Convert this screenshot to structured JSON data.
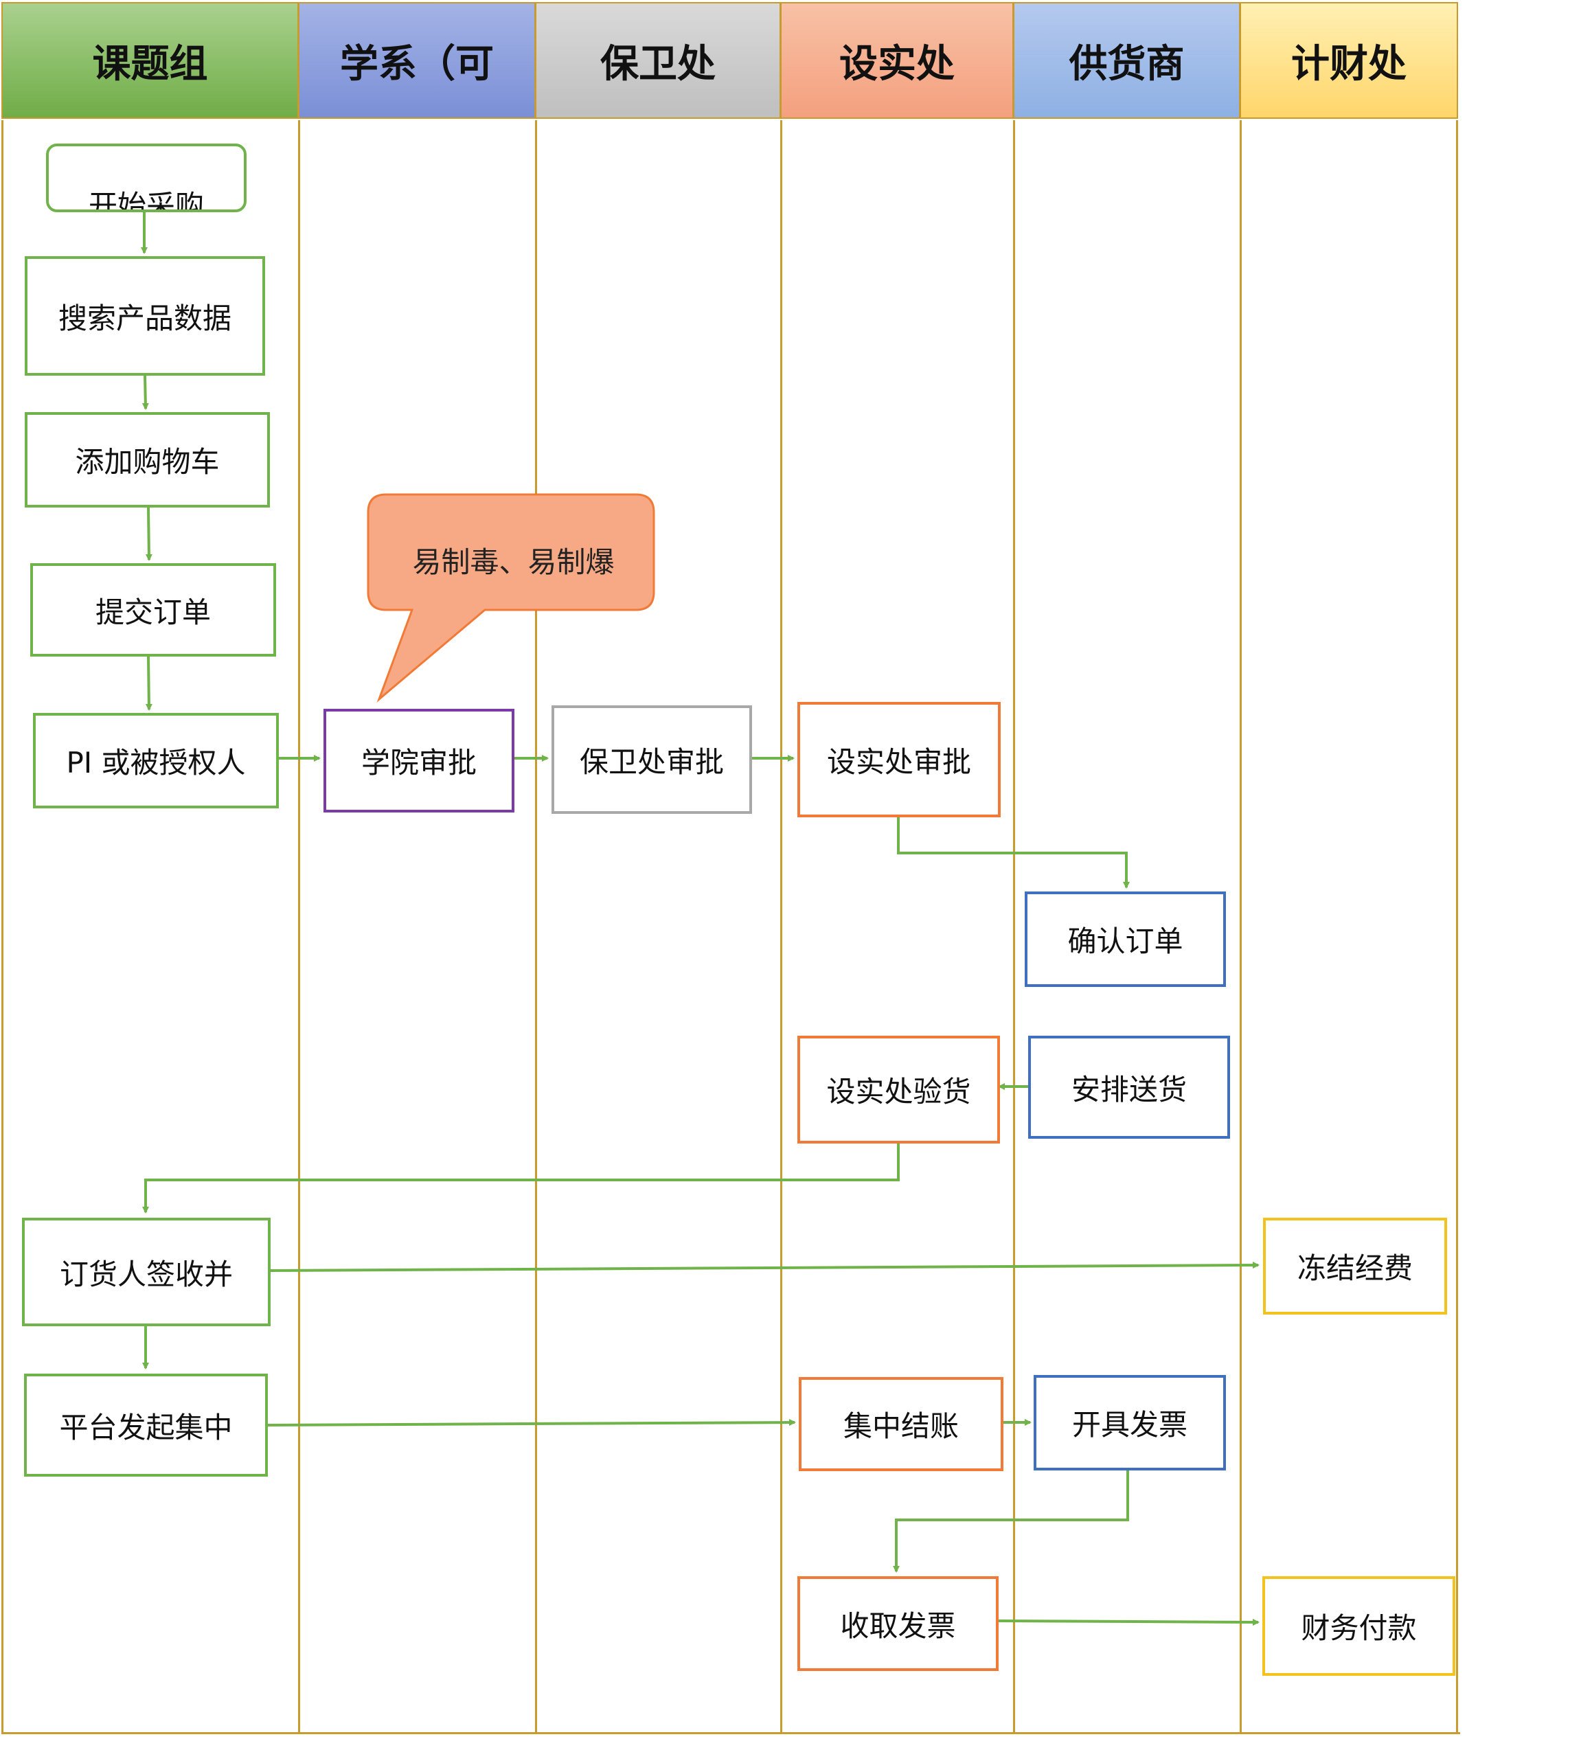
{
  "lanes": [
    {
      "title": "课题组",
      "color_top": "#a9d18e",
      "color_bottom": "#70ad47"
    },
    {
      "title": "学系（可",
      "color_top": "#a3b3e6",
      "color_bottom": "#7b8fd6"
    },
    {
      "title": "保卫处",
      "color_top": "#d9d9d9",
      "color_bottom": "#bfbfbf"
    },
    {
      "title": "设实处",
      "color_top": "#f8c1a6",
      "color_bottom": "#f4a07e"
    },
    {
      "title": "供货商",
      "color_top": "#b4c9ee",
      "color_bottom": "#8eb0e4"
    },
    {
      "title": "计财处",
      "color_top": "#fff0b3",
      "color_bottom": "#ffd66b"
    }
  ],
  "nodes": {
    "start": "开始采购",
    "search": "搜索产品数据",
    "cart": "添加购物车",
    "submit": "提交订单",
    "pi": "PI 或被授权人",
    "college": "学院审批",
    "security": "保卫处审批",
    "lab_approve": "设实处审批",
    "confirm": "确认订单",
    "deliver": "安排送货",
    "inspect": "设实处验货",
    "sign": "订货人签收并",
    "freeze": "冻结经费",
    "platform": "平台发起集中",
    "settle": "集中结账",
    "invoice": "开具发票",
    "receive": "收取发票",
    "pay": "财务付款"
  },
  "callout": {
    "text": "易制毒、易制爆",
    "fill": "#f7a985",
    "border": "#f07a36"
  },
  "colors": {
    "connector": "#6fb34a",
    "lane_border": "#c99a2e"
  }
}
